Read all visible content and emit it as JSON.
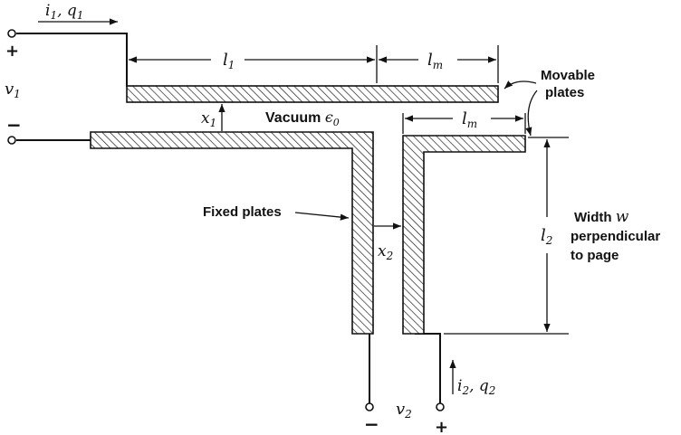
{
  "current_in": {
    "i": "i",
    "i_sub": "1",
    "sep": ", ",
    "q": "q",
    "q_sub": "1"
  },
  "current_out": {
    "i": "i",
    "i_sub": "2",
    "sep": ", ",
    "q": "q",
    "q_sub": "2"
  },
  "port1": {
    "plus": "+",
    "minus": "−",
    "v": "v",
    "v_sub": "1"
  },
  "port2": {
    "plus": "+",
    "minus": "−",
    "v": "v",
    "v_sub": "2"
  },
  "dims": {
    "l1": {
      "main": "l",
      "sub": "1"
    },
    "lm_top": {
      "main": "l",
      "sub": "m"
    },
    "lm_right": {
      "main": "l",
      "sub": "m"
    },
    "l2": {
      "main": "l",
      "sub": "2"
    },
    "x1": {
      "main": "x",
      "sub": "1"
    },
    "x2": {
      "main": "x",
      "sub": "2"
    }
  },
  "labels": {
    "vacuum": "Vacuum ",
    "epsilon": "ϵ",
    "epsilon_sub": "0",
    "movable_1": "Movable",
    "movable_2": "plates",
    "fixed": "Fixed plates",
    "width_1": "Width ",
    "width_w": "w",
    "width_2": "perpendicular",
    "width_3": "to page"
  },
  "colors": {
    "ink": "#111111",
    "background": "#ffffff"
  }
}
